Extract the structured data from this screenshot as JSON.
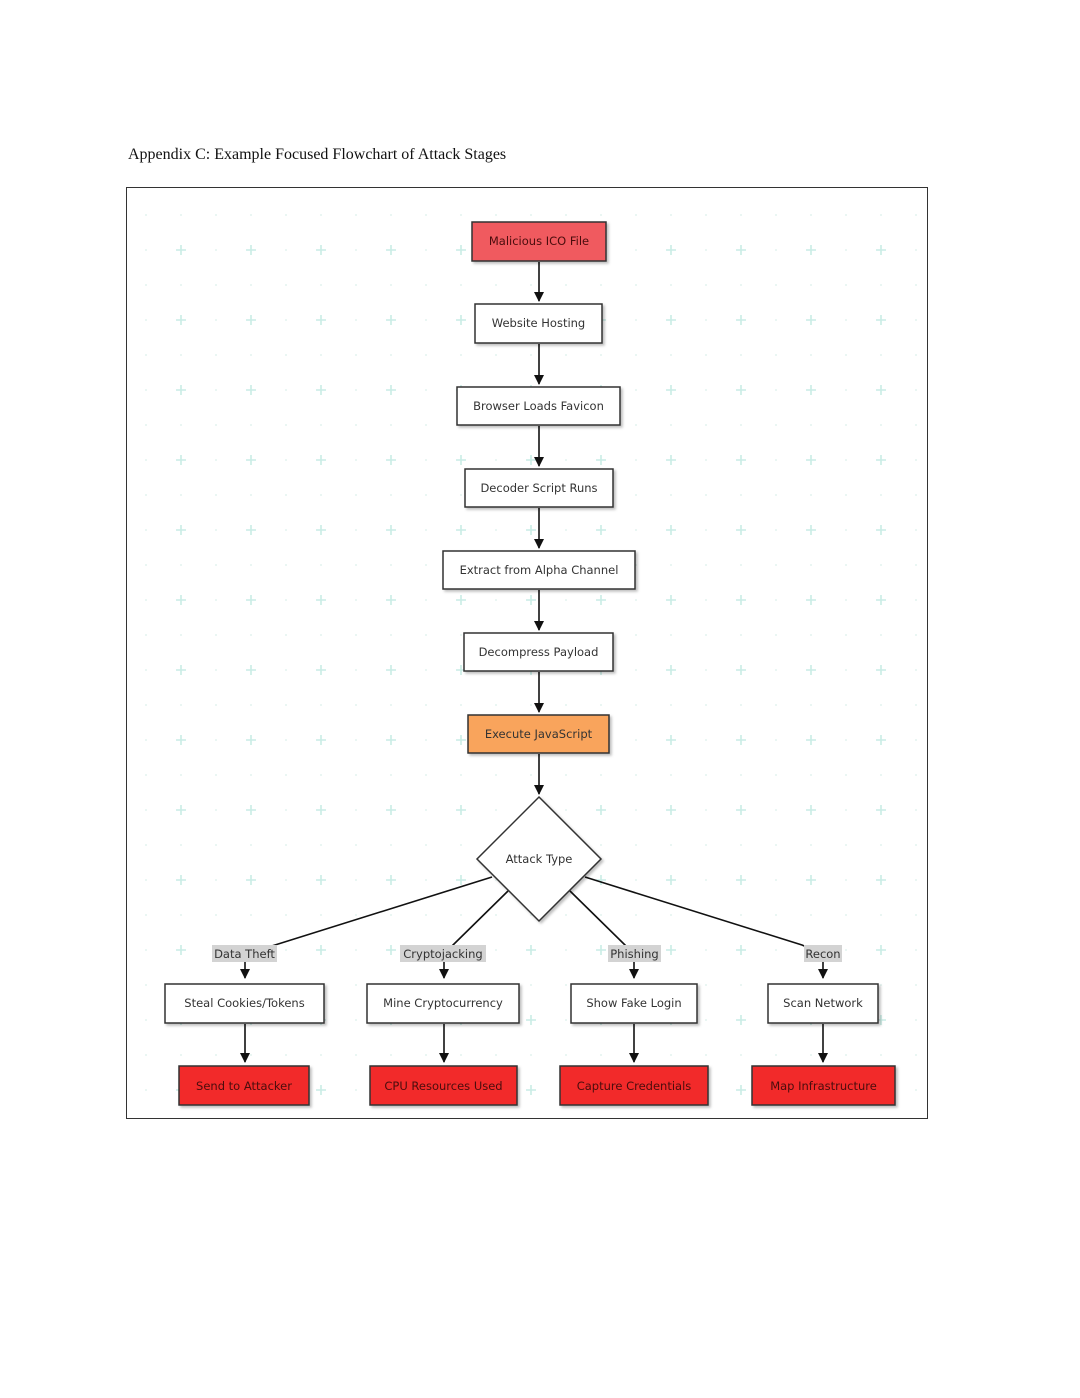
{
  "caption": "Appendix C: Example Focused Flowchart of Attack Stages",
  "colors": {
    "start_fill": "#f05a5e",
    "execute_fill": "#f9a45c",
    "terminal_fill": "#f22b2b",
    "default_fill": "#ffffff",
    "border": "#333333",
    "edge_label_bg": "#d3d3d3",
    "grid_plus": "#c9ece5"
  },
  "nodes": {
    "malicious_ico": "Malicious ICO File",
    "website_hosting": "Website Hosting",
    "browser_loads": "Browser Loads Favicon",
    "decoder_script": "Decoder Script Runs",
    "extract_alpha": "Extract from Alpha Channel",
    "decompress": "Decompress Payload",
    "execute_js": "Execute JavaScript",
    "attack_type": "Attack Type",
    "steal_cookies": "Steal Cookies/Tokens",
    "mine_crypto": "Mine Cryptocurrency",
    "show_login": "Show Fake Login",
    "scan_network": "Scan Network",
    "send_attacker": "Send to Attacker",
    "cpu_resources": "CPU Resources Used",
    "capture_creds": "Capture Credentials",
    "map_infra": "Map Infrastructure"
  },
  "edge_labels": {
    "data_theft": "Data Theft",
    "cryptojacking": "Cryptojacking",
    "phishing": "Phishing",
    "recon": "Recon"
  }
}
